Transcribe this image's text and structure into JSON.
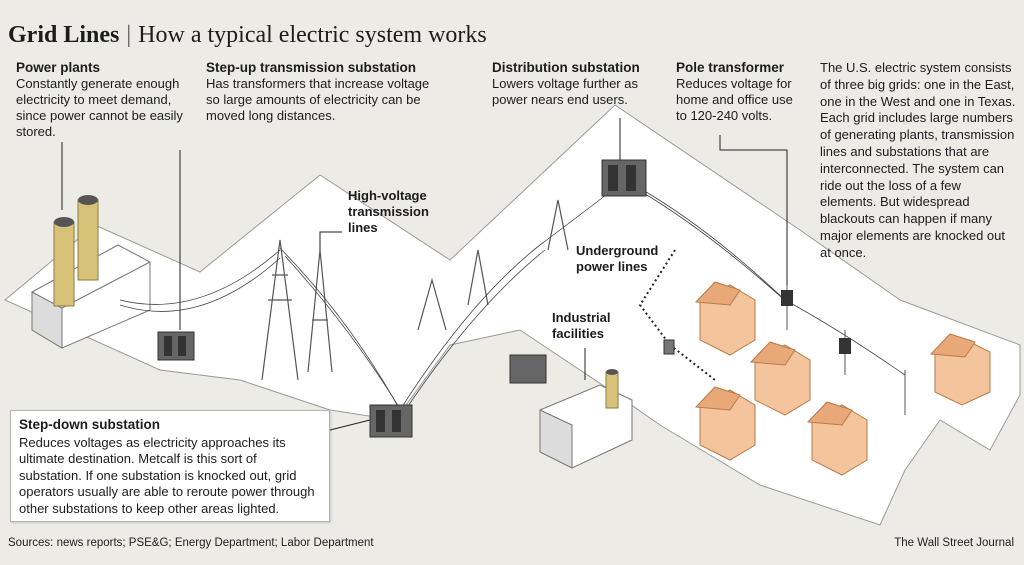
{
  "title": {
    "main": "Grid Lines",
    "sub": "How a typical electric system works"
  },
  "callouts": {
    "power_plants": {
      "heading": "Power plants",
      "body": "Constantly generate enough electricity to meet demand, since power cannot be easily stored."
    },
    "step_up": {
      "heading": "Step-up transmission substation",
      "body": "Has transformers that increase voltage so large amounts of electricity can be moved long distances."
    },
    "distribution": {
      "heading": "Distribution substation",
      "body": "Lowers voltage further as power nears end users."
    },
    "pole_transformer": {
      "heading": "Pole transformer",
      "body": "Reduces voltage for home and office use to 120-240 volts."
    }
  },
  "tags": {
    "high_voltage": "High-voltage transmission lines",
    "underground": "Underground power lines",
    "industrial": "Industrial facilities"
  },
  "note": "The U.S. electric system consists of three big grids: one in the East, one in the West and one in Texas. Each grid includes large numbers of generating plants, transmission lines and substations that are interconnected. The system can ride out the loss of a few elements. But widespread blackouts can happen if many major elements are knocked out at once.",
  "step_down": {
    "heading": "Step-down substation",
    "body": "Reduces voltages as electricity approaches its ultimate destination. Metcalf is this sort of substation. If one substation is knocked out, grid operators usually are able to reroute power through other substations to keep other areas lighted."
  },
  "footer": {
    "sources": "Sources: news reports; PSE&G; Energy Department; Labor Department",
    "credit": "The Wall Street Journal"
  },
  "colors": {
    "background": "#ecebe6",
    "ground": "#ffffff",
    "stack": "#d8c279",
    "house": "#f4c49c",
    "roof": "#e8a878"
  }
}
